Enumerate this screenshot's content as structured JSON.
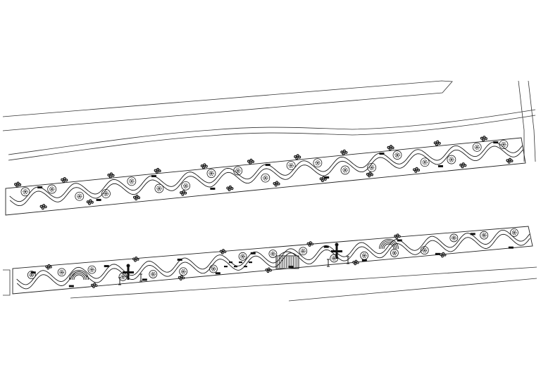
{
  "drawing": {
    "type": "cad-site-plan",
    "background": "#ffffff",
    "line_color": "#1a1a1a",
    "fill_color": "#111111",
    "upper_strip": {
      "wave_cycles": 13,
      "tree_circles": 19,
      "shrub_clusters": 22
    },
    "lower_strip": {
      "wave_cycles": 14,
      "tree_circles": 17,
      "shrub_clusters": 10,
      "arch_features": 2,
      "hatched_pavilion": 1,
      "cross_sculptures": 2
    }
  }
}
